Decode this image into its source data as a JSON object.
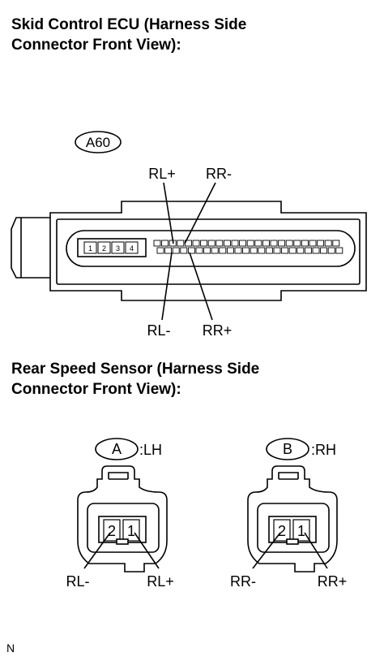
{
  "headings": {
    "ecu": [
      "Skid Control ECU (Harness Side",
      "Connector Front View):"
    ],
    "sensor": [
      "Rear Speed Sensor (Harness Side",
      "Connector Front View):"
    ]
  },
  "ecu_connector": {
    "code": "A60",
    "small_pins": [
      "1",
      "2",
      "3",
      "4"
    ],
    "labels": {
      "rl_plus": "RL+",
      "rr_minus": "RR-",
      "rl_minus": "RL-",
      "rr_plus": "RR+"
    }
  },
  "sensor_lh": {
    "code": "A",
    "side": ":LH",
    "pins": [
      "2",
      "1"
    ],
    "labels": {
      "left": "RL-",
      "right": "RL+"
    }
  },
  "sensor_rh": {
    "code": "B",
    "side": ":RH",
    "pins": [
      "2",
      "1"
    ],
    "labels": {
      "left": "RR-",
      "right": "RR+"
    }
  },
  "footer": "N"
}
